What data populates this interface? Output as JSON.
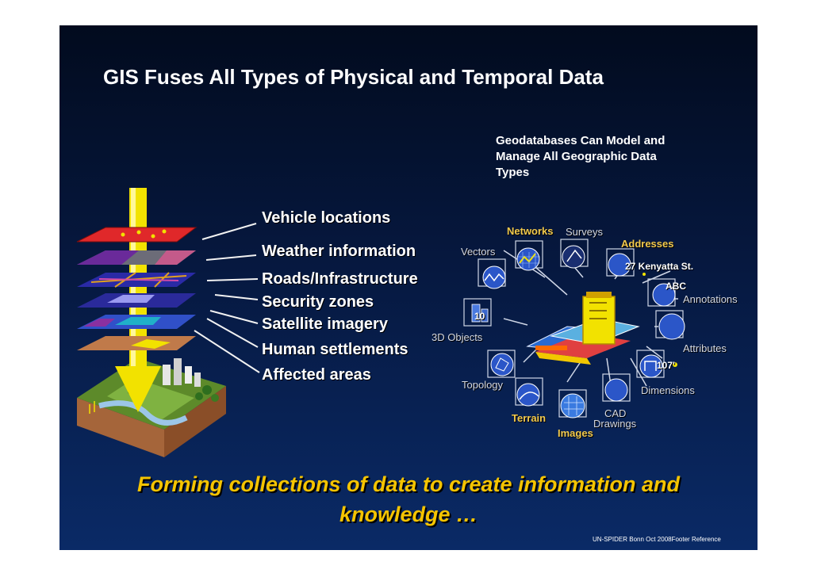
{
  "slide": {
    "title": "GIS Fuses All Types of  Physical and Temporal Data",
    "geodatabase_text_1": "Geodatabases  Can Model and",
    "geodatabase_text_2": "Manage All Geographic Data",
    "geodatabase_text_3": "Types",
    "layers": [
      "Vehicle locations",
      "Weather information",
      "Roads/Infrastructure",
      "Security zones",
      "Satellite imagery",
      "Human settlements",
      "Affected areas"
    ],
    "data_types": {
      "networks": "Networks",
      "surveys": "Surveys",
      "addresses": "Addresses",
      "address_example": "27 Kenyatta St.",
      "vectors": "Vectors",
      "abc": "ABC",
      "annotations": "Annotations",
      "objects_3d": "3D Objects",
      "attributes": "Attributes",
      "dimension_value": "107'",
      "topology": "Topology",
      "dimensions": "Dimensions",
      "terrain": "Terrain",
      "cad": "CAD",
      "drawings": "Drawings",
      "images": "Images",
      "three_d_value": "10"
    },
    "tagline_1": "Forming collections of data to create information and",
    "tagline_2": "knowledge …",
    "footer": "UN-SPIDER Bonn Oct 2008Footer Reference"
  },
  "colors": {
    "background_top": "#020b1e",
    "background_bottom": "#0a2a66",
    "tagline": "#f5c400",
    "arrow": "#f2e200"
  },
  "icons": [
    "layer-stack-icon",
    "terrain-block-icon",
    "geodatabase-icon",
    "data-type-icons"
  ]
}
